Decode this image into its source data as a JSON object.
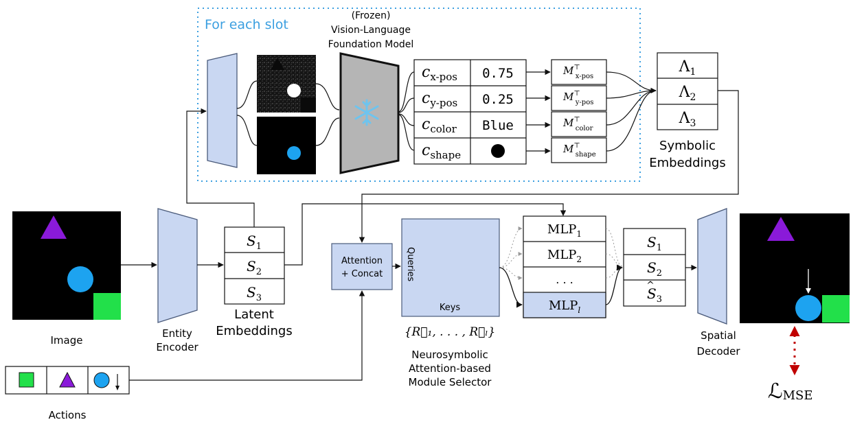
{
  "slot_panel": {
    "label": "For each slot",
    "color": "#3b9fe0"
  },
  "vlm": {
    "title_line1": "(Frozen)",
    "title_line2": "Vision-Language",
    "title_line3": "Foundation Model",
    "icon": "snowflake-icon"
  },
  "concepts": [
    {
      "base": "c",
      "sub": "x-pos",
      "value": "0.75",
      "m_base": "M",
      "m_sub": "x-pos",
      "m_sup": "⊤"
    },
    {
      "base": "c",
      "sub": "y-pos",
      "value": "0.25",
      "m_base": "M",
      "m_sub": "y-pos",
      "m_sup": "⊤"
    },
    {
      "base": "c",
      "sub": "color",
      "value": "Blue",
      "m_base": "M",
      "m_sub": "color",
      "m_sup": "⊤"
    },
    {
      "base": "c",
      "sub": "shape",
      "value": "",
      "m_base": "M",
      "m_sub": "shape",
      "m_sup": "⊤"
    }
  ],
  "symbolic": {
    "rows": [
      {
        "base": "Λ",
        "sub": "1"
      },
      {
        "base": "Λ",
        "sub": "2"
      },
      {
        "base": "Λ",
        "sub": "3"
      }
    ],
    "label_line1": "Symbolic",
    "label_line2": "Embeddings"
  },
  "image_label": "Image",
  "entity_encoder": {
    "line1": "Entity",
    "line2": "Encoder"
  },
  "latent": {
    "rows": [
      {
        "base": "S",
        "sub": "1"
      },
      {
        "base": "S",
        "sub": "2"
      },
      {
        "base": "S",
        "sub": "3"
      }
    ],
    "label_line1": "Latent",
    "label_line2": "Embeddings"
  },
  "attention": {
    "line1": "Attention",
    "line2": "+ Concat"
  },
  "selector": {
    "queries": "Queries",
    "keys": "Keys",
    "keys_set": "{R⃗₁, . . . , R⃗ₗ}",
    "label_line1": "Neurosymbolic",
    "label_line2": "Attention-based",
    "label_line3": "Module Selector"
  },
  "mlps": [
    {
      "base": "MLP",
      "sub": "1"
    },
    {
      "base": "MLP",
      "sub": "2"
    },
    {
      "base": ". . .",
      "sub": ""
    },
    {
      "base": "MLP",
      "sub": "l"
    }
  ],
  "output_slots": [
    {
      "base": "S",
      "sub": "1",
      "hat": false
    },
    {
      "base": "S",
      "sub": "2",
      "hat": false
    },
    {
      "base": "S",
      "sub": "3",
      "hat": true
    }
  ],
  "spatial_decoder": {
    "line1": "Spatial",
    "line2": "Decoder"
  },
  "loss": {
    "base": "ℒ",
    "sub": "MSE"
  },
  "actions": {
    "label": "Actions",
    "items": [
      "green-square-icon",
      "purple-triangle-icon",
      "blue-circle-down-arrow-icon"
    ]
  },
  "colors": {
    "module_fill": "#c9d7f2",
    "module_stroke": "#4a5a7a",
    "triangle": "#8a1ad9",
    "circle": "#1da3f0",
    "square": "#22e04a",
    "loss_arrow": "#c00000",
    "vlm_fill": "#b5b5b5"
  }
}
